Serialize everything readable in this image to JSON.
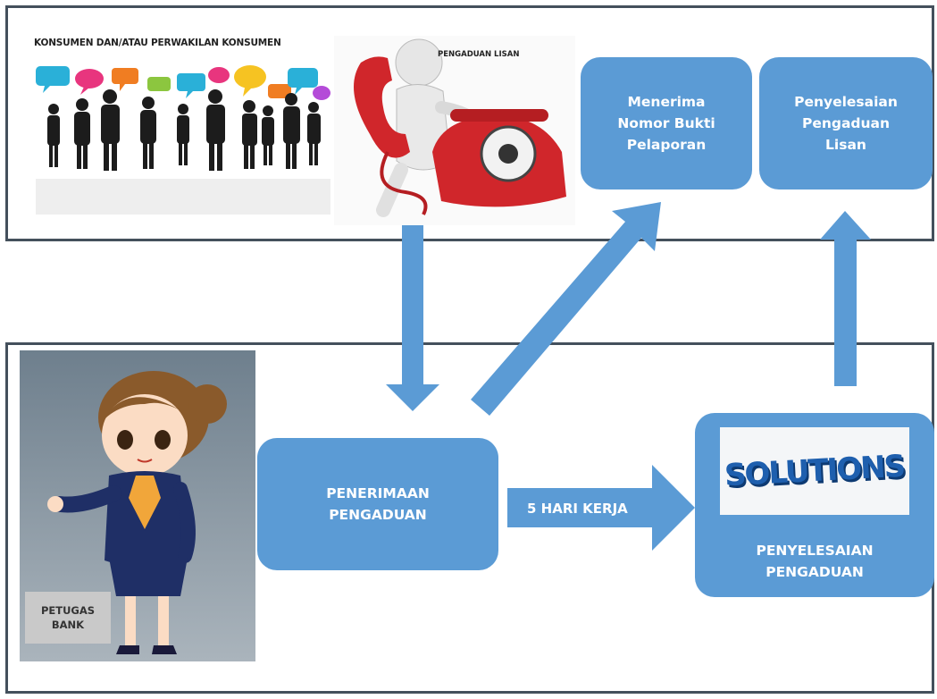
{
  "consumer_label": "KONSUMEN DAN/ATAU PERWAKILAN KONSUMEN",
  "phone_label": "PENGADUAN LISAN",
  "box_receive_number": "Menerima\nNomor Bukti\nPelaporan",
  "box_oral_resolution": "Penyelesaian\nPengaduan\nLisan",
  "box_reception": "PENERIMAAN\nPENGADUAN",
  "arrow_label": "5 HARI KERJA",
  "box_resolution": "PENYELESAIAN\nPENGADUAN",
  "solutions_word": "SOLUTIONS",
  "bank_staff_label": "PETUGAS\nBANK",
  "colors": {
    "box_fill": "#5b9bd5",
    "arrow_fill": "#5b9bd5",
    "panel_border": "#44505c",
    "phone_red": "#d0262b"
  }
}
